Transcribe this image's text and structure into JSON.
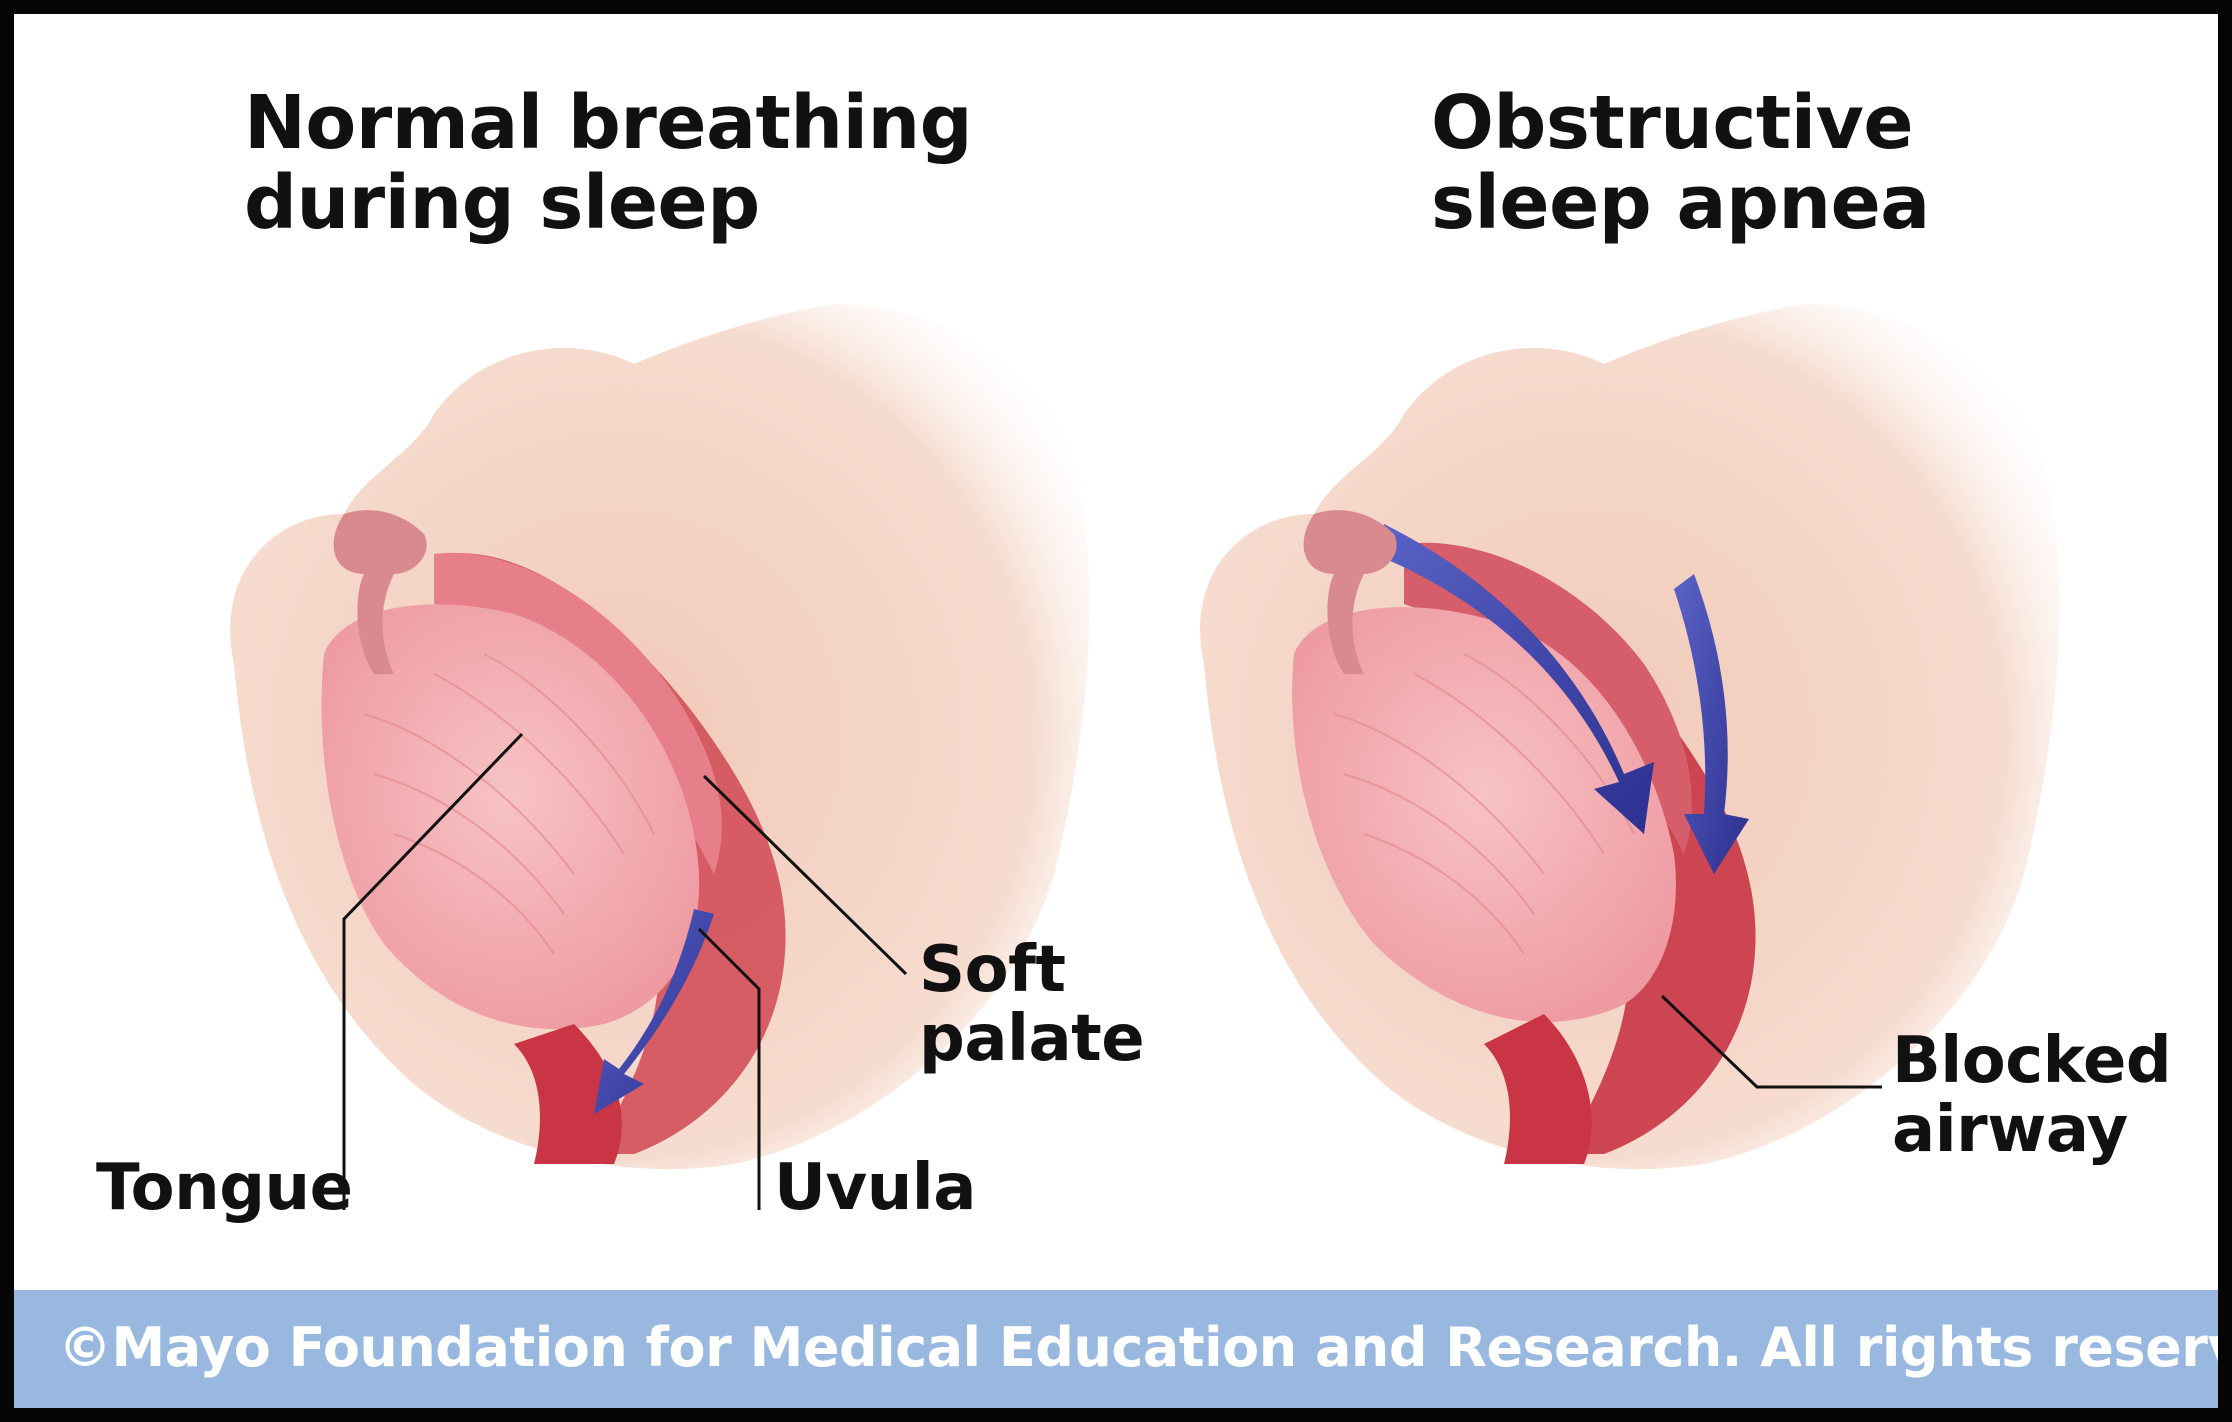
{
  "panels": [
    {
      "title_lines": [
        "Normal breathing",
        "during sleep"
      ],
      "labels": {
        "tongue": "Tongue",
        "uvula": "Uvula",
        "soft_palate_lines": [
          "Soft",
          "palate"
        ]
      }
    },
    {
      "title_lines": [
        "Obstructive",
        "sleep apnea"
      ],
      "labels": {
        "blocked_airway_lines": [
          "Blocked",
          "airway"
        ]
      }
    }
  ],
  "footer": {
    "copyright": "©Mayo Foundation for Medical Education and Research. All rights reserved."
  },
  "colors": {
    "border": "#050505",
    "footer_band": "#98b8e0",
    "skin": "#f3d4c6",
    "tongue": "#f2a9ae",
    "airway_tissue": "#c93545",
    "airflow_arrow": "#3a3fa6",
    "label_text": "#111111"
  },
  "icons": [
    "airflow-arrow-icon"
  ]
}
